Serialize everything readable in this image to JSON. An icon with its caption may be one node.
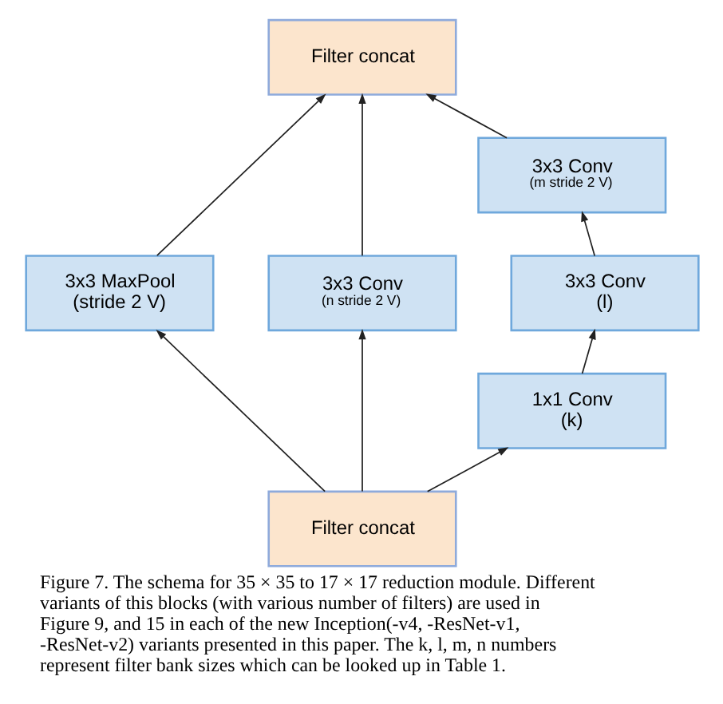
{
  "diagram": {
    "caption": "Figure 7. The schema for 35 × 35 to 17 × 17 reduction module. Different variants of this blocks (with various number of filters) are used in Figure 9, and 15 in each of the new Inception(-v4, -ResNet-v1, -ResNet-v2) variants presented in this paper. The k, l, m, n numbers represent filter bank sizes which can be looked up in Table 1.",
    "nodes": [
      {
        "text": [
          "Filter concat"
        ]
      },
      {
        "text": [
          "3x3 Conv",
          "(m stride 2 V)"
        ]
      },
      {
        "text": [
          "3x3 MaxPool",
          "(stride 2 V)"
        ]
      },
      {
        "text": [
          "3x3 Conv",
          "(n stride 2 V)"
        ]
      },
      {
        "text": [
          "3x3 Conv",
          "(l)"
        ]
      },
      {
        "text": [
          "1x1 Conv",
          "(k)"
        ]
      },
      {
        "text": [
          "Filter concat"
        ]
      }
    ],
    "edges": [
      {
        "from": 6,
        "to": 2,
        "arrow": "to"
      },
      {
        "from": 6,
        "to": 3,
        "arrow": "to"
      },
      {
        "from": 6,
        "to": 5,
        "arrow": "to"
      },
      {
        "from": 5,
        "to": 4,
        "arrow": "to"
      },
      {
        "from": 4,
        "to": 1,
        "arrow": "to"
      },
      {
        "from": 2,
        "to": 0,
        "arrow": "to"
      },
      {
        "from": 3,
        "to": 0,
        "arrow": "to"
      },
      {
        "from": 1,
        "to": 0,
        "arrow": "to"
      }
    ]
  }
}
